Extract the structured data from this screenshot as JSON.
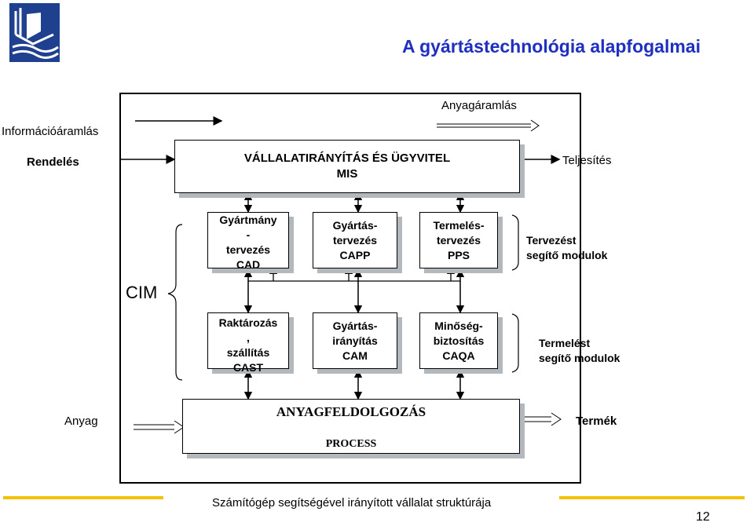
{
  "slide": {
    "title": "A gyártástechnológia alapfogalmai",
    "footer": "Számítógép segítségével irányított vállalat struktúrája",
    "page_number": "12"
  },
  "flows": {
    "info_flow": "Információáramlás",
    "material_flow": "Anyagáramlás",
    "order": "Rendelés",
    "fulfillment": "Teljesítés",
    "material": "Anyag",
    "product": "Termék",
    "cim": "CIM"
  },
  "top_box": {
    "line1": "VÁLLALATIRÁNYÍTÁS ÉS ÜGYVITEL",
    "line2": "MIS"
  },
  "planning": {
    "cad": {
      "l1": "Gyártmány",
      "l2": "-",
      "l3": "tervezés",
      "l4": "CAD"
    },
    "capp": {
      "l1": "Gyártás-",
      "l2": "tervezés",
      "l3": "CAPP"
    },
    "pps": {
      "l1": "Termelés-",
      "l2": "tervezés",
      "l3": "PPS"
    },
    "group_label": {
      "l1": "Tervezést",
      "l2": "segítő modulok"
    }
  },
  "production": {
    "cast": {
      "l1": "Raktározás",
      "l2": ",",
      "l3": "szállítás",
      "l4": "CAST"
    },
    "cam": {
      "l1": "Gyártás-",
      "l2": "irányítás",
      "l3": "CAM"
    },
    "caqa": {
      "l1": "Minőség-",
      "l2": "biztosítás",
      "l3": "CAQA"
    },
    "group_label": {
      "l1": "Termelést",
      "l2": "segítő modulok"
    }
  },
  "process_box": {
    "line1": "ANYAGFELDOLGOZÁS",
    "line2": "PROCESS"
  },
  "colors": {
    "title": "#1f2fbf",
    "footer_line": "#f2c100",
    "shadow": "#b3b8bd",
    "logo": "#1f3f8f"
  }
}
